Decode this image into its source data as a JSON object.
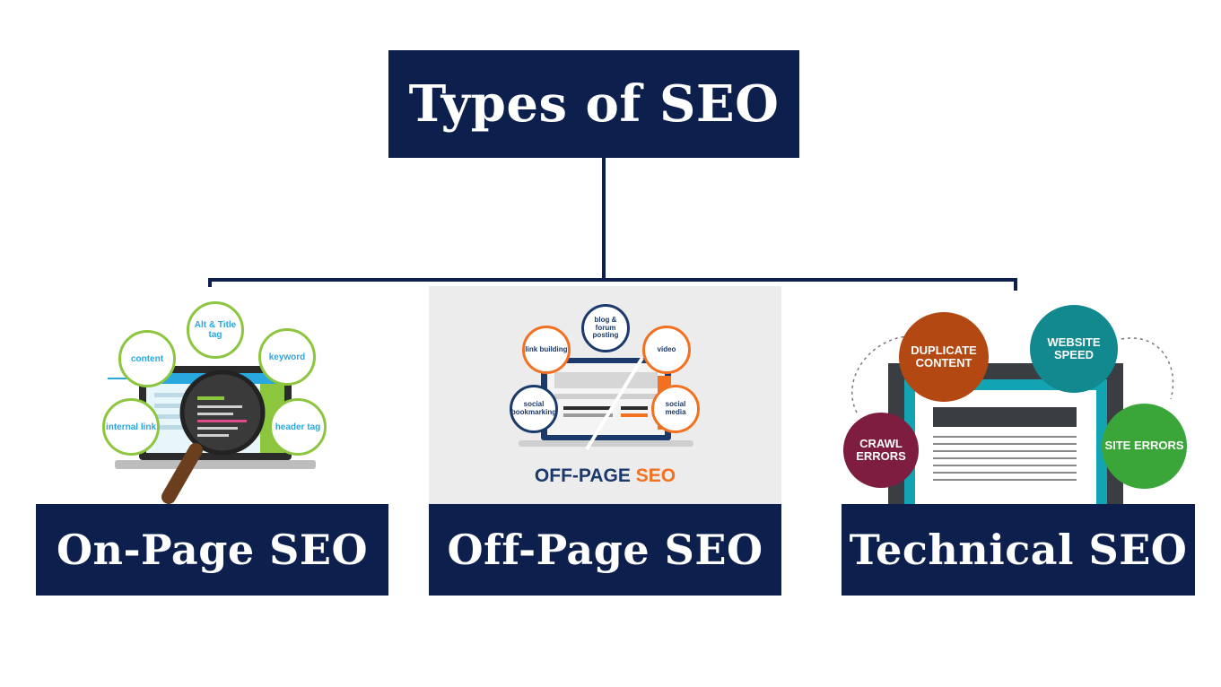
{
  "diagram": {
    "root": {
      "label": "Types of SEO"
    },
    "children": [
      {
        "label": "On-Page SEO"
      },
      {
        "label": "Off-Page SEO"
      },
      {
        "label": "Technical SEO"
      }
    ]
  },
  "onpage_illustration": {
    "bubbles": [
      "content",
      "Alt & Title tag",
      "keyword",
      "internal link",
      "header tag"
    ]
  },
  "offpage_illustration": {
    "bubbles": [
      "blog & forum posting",
      "link building",
      "video",
      "social bookmarking",
      "social media"
    ],
    "caption_main": "OFF-PAGE",
    "caption_accent": "SEO"
  },
  "technical_illustration": {
    "bubbles": [
      "DUPLICATE CONTENT",
      "WEBSITE SPEED",
      "CRAWL ERRORS",
      "SITE ERRORS"
    ]
  },
  "colors": {
    "navy": "#0d1f4d",
    "green": "#8cc63f",
    "sky": "#29a8e0",
    "orange": "#f37021",
    "rust": "#b34812",
    "teal": "#12888f",
    "maroon": "#7e1d3f",
    "leaf": "#3aa63a"
  }
}
